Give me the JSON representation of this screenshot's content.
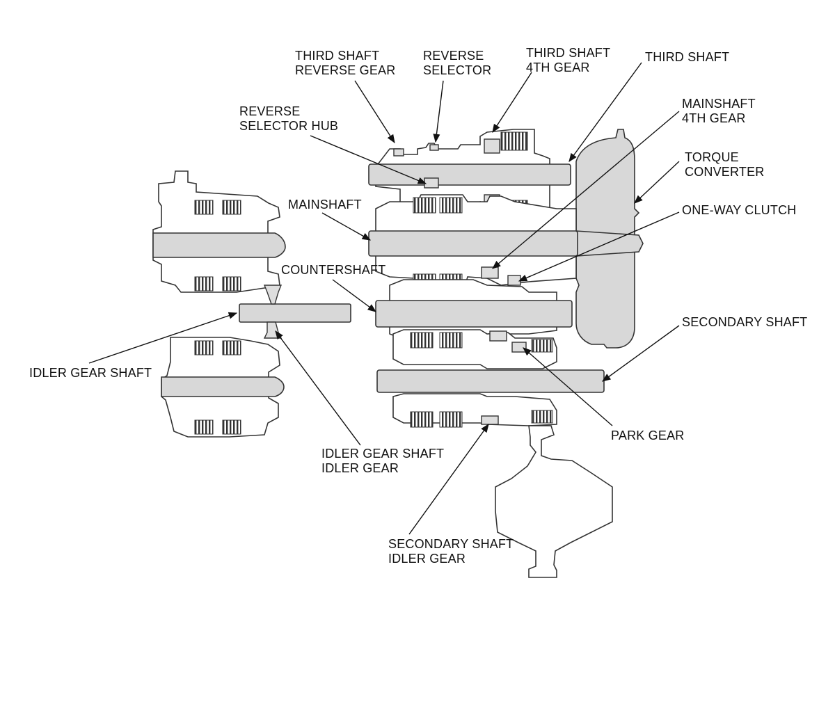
{
  "labels": {
    "third_shaft_reverse_gear": [
      "THIRD SHAFT",
      "REVERSE GEAR"
    ],
    "reverse_selector": [
      "REVERSE",
      "SELECTOR"
    ],
    "third_shaft_4th_gear": [
      "THIRD SHAFT",
      "4TH GEAR"
    ],
    "third_shaft": [
      "THIRD SHAFT"
    ],
    "reverse_selector_hub": [
      "REVERSE",
      "SELECTOR HUB"
    ],
    "mainshaft_4th_gear": [
      "MAINSHAFT",
      "4TH GEAR"
    ],
    "torque_converter": [
      "TORQUE",
      "CONVERTER"
    ],
    "mainshaft": [
      "MAINSHAFT"
    ],
    "one_way_clutch": [
      "ONE-WAY CLUTCH"
    ],
    "countershaft": [
      "COUNTERSHAFT"
    ],
    "secondary_shaft": [
      "SECONDARY SHAFT"
    ],
    "idler_gear_shaft": [
      "IDLER GEAR SHAFT"
    ],
    "park_gear": [
      "PARK GEAR"
    ],
    "idler_gear_shaft_idler_gear": [
      "IDLER GEAR SHAFT",
      "IDLER GEAR"
    ],
    "secondary_shaft_idler_gear": [
      "SECONDARY SHAFT",
      "IDLER GEAR"
    ]
  }
}
